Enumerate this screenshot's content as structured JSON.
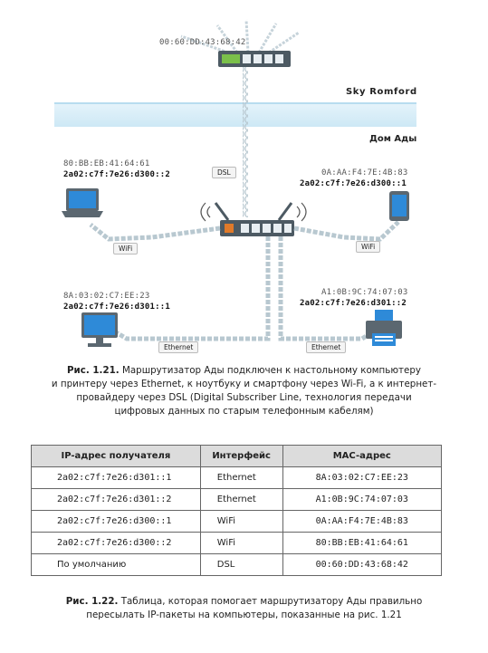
{
  "figure1": {
    "isp_mac": "00:60:DD:43:68:42",
    "isp_name": "Sky Romford",
    "home_name": "Дом Ады",
    "laptop_mac": "80:BB:EB:41:64:61",
    "laptop_ip": "2a02:c7f:7e26:d300::2",
    "phone_mac": "0A:AA:F4:7E:4B:83",
    "phone_ip": "2a02:c7f:7e26:d300::1",
    "desktop_mac": "8A:03:02:C7:EE:23",
    "desktop_ip": "2a02:c7f:7e26:d301::1",
    "printer_mac": "A1:0B:9C:74:07:03",
    "printer_ip": "2a02:c7f:7e26:d301::2",
    "link_dsl": "DSL",
    "link_wifi_left": "WiFi",
    "link_wifi_right": "WiFi",
    "link_eth_left": "Ethernet",
    "link_eth_right": "Ethernet"
  },
  "caption1": {
    "label": "Рис. 1.21.",
    "line1": "Маршрутизатор Ады подключен к настольному компьютеру",
    "line2": "и принтеру через Ethernet, к ноутбуку и смартфону через Wi-Fi, а к интернет-",
    "line3": "провайдеру через DSL (Digital Subscriber Line, технология передачи",
    "line4": "цифровых данных по старым телефонным кабелям)"
  },
  "table": {
    "headers": [
      "IP-адрес получателя",
      "Интерфейс",
      "MAC-адрес"
    ],
    "rows": [
      [
        "2a02:c7f:7e26:d301::1",
        "Ethernet",
        "8A:03:02:C7:EE:23"
      ],
      [
        "2a02:c7f:7e26:d301::2",
        "Ethernet",
        "A1:0B:9C:74:07:03"
      ],
      [
        "2a02:c7f:7e26:d300::1",
        "WiFi",
        "0A:AA:F4:7E:4B:83"
      ],
      [
        "2a02:c7f:7e26:d300::2",
        "WiFi",
        "80:BB:EB:41:64:61"
      ],
      [
        "По умолчанию",
        "DSL",
        "00:60:DD:43:68:42"
      ]
    ]
  },
  "caption2": {
    "label": "Рис. 1.22.",
    "line1": "Таблица, которая помогает маршрутизатору Ады правильно",
    "line2": "пересылать IP-пакеты на компьютеры, показанные на рис. 1.21"
  },
  "colors": {
    "sky_band": "#d8eef8",
    "chain": "#b7c9d2",
    "device_blue": "#2e8ad8",
    "device_gray": "#5b6770"
  }
}
